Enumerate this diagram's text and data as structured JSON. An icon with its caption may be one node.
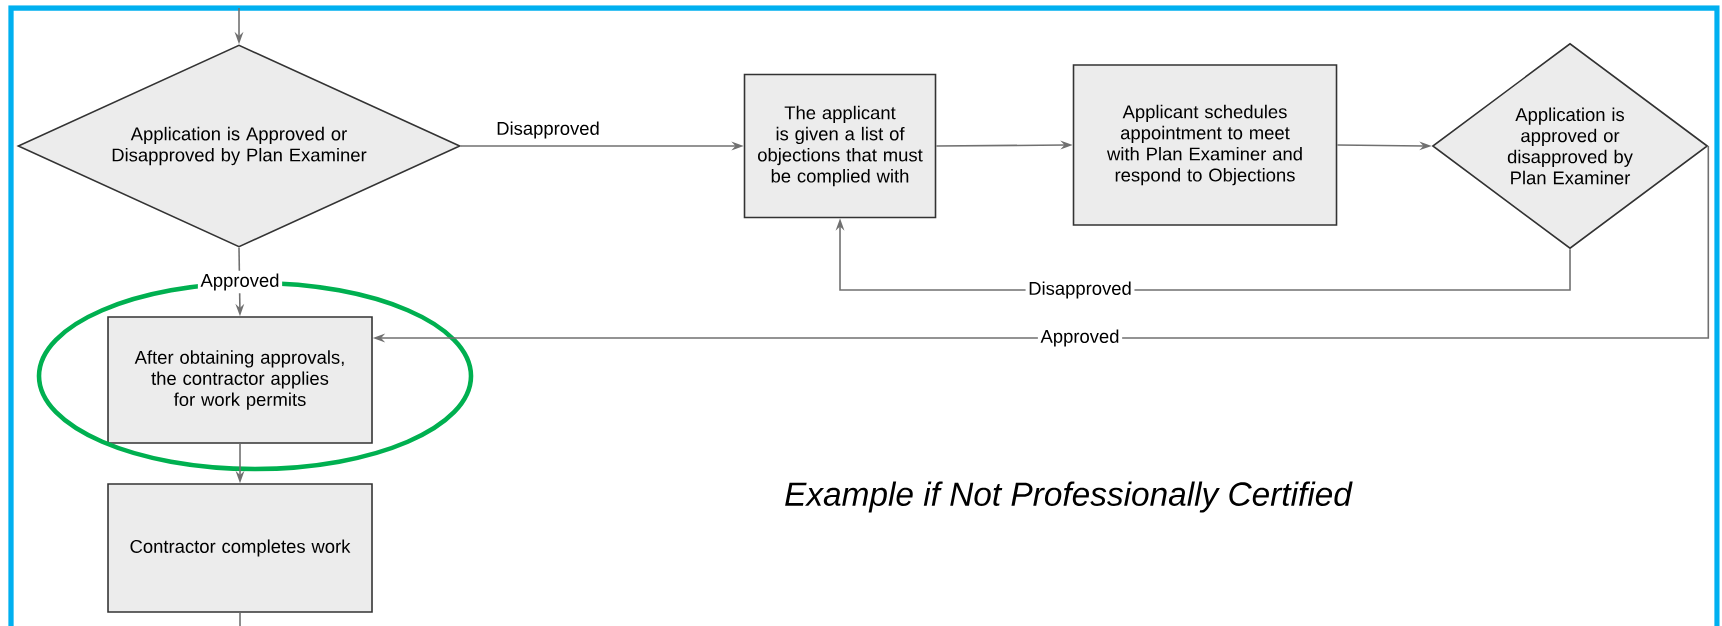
{
  "diagram": {
    "nodes": [
      {
        "text": [
          "Application is Approved or Disapproved by Plan Examiner"
        ]
      },
      {
        "text": [
          "The applicant is given a list of objections that must be complied with"
        ]
      },
      {
        "text": [
          "Applicant schedules appointment to meet with Plan Examiner and respond to Objections"
        ]
      },
      {
        "text": [
          "Application is approved or disapproved by Plan Examiner"
        ]
      },
      {
        "text": [
          "After obtaining approvals, the contractor applies for work permits"
        ]
      },
      {
        "text": [
          "Contractor completes work"
        ]
      }
    ],
    "edges": [
      {
        "from": null,
        "to": 0,
        "arrow": "to"
      },
      {
        "from": 0,
        "to": 1,
        "arrow": "to",
        "label": "Disapproved"
      },
      {
        "from": 1,
        "to": 2,
        "arrow": "to"
      },
      {
        "from": 2,
        "to": 3,
        "arrow": "to"
      },
      {
        "from": 3,
        "to": 1,
        "arrow": "to",
        "label": "Disapproved"
      },
      {
        "from": 3,
        "to": 4,
        "arrow": "to",
        "label": "Approved"
      },
      {
        "from": 0,
        "to": 4,
        "arrow": "to",
        "label": "Approved"
      },
      {
        "from": 4,
        "to": 5,
        "arrow": "to"
      },
      {
        "from": 5,
        "to": null,
        "arrow": "none"
      }
    ],
    "labels": [
      "Example if Not Professionally Certified"
    ]
  }
}
